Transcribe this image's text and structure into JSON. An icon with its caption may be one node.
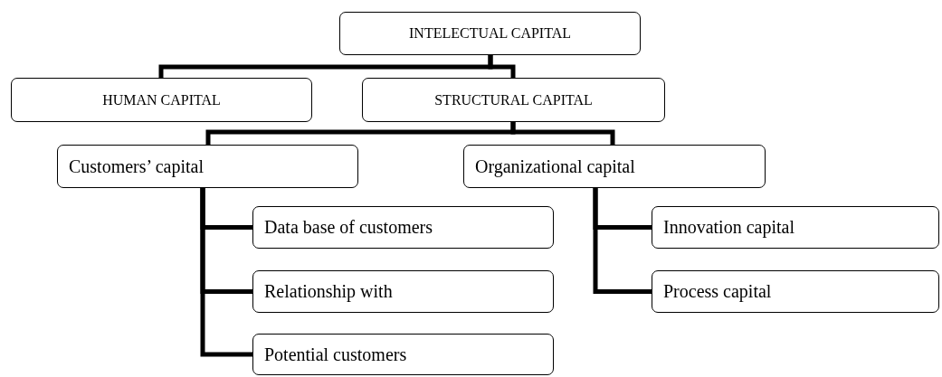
{
  "diagram": {
    "nodes": [
      {
        "text": [
          "INTELECTUAL CAPITAL"
        ]
      },
      {
        "text": [
          "HUMAN CAPITAL"
        ]
      },
      {
        "text": [
          "STRUCTURAL CAPITAL"
        ]
      },
      {
        "text": [
          "Customers’ capital"
        ]
      },
      {
        "text": [
          "Organizational capital"
        ]
      },
      {
        "text": [
          "Data base of customers"
        ]
      },
      {
        "text": [
          "Relationship with"
        ]
      },
      {
        "text": [
          "Potential customers"
        ]
      },
      {
        "text": [
          "Innovation capital"
        ]
      },
      {
        "text": [
          "Process capital"
        ]
      }
    ],
    "edges": [
      {
        "from": 0,
        "to": 1,
        "arrow": "none"
      },
      {
        "from": 0,
        "to": 2,
        "arrow": "none"
      },
      {
        "from": 2,
        "to": 3,
        "arrow": "none"
      },
      {
        "from": 2,
        "to": 4,
        "arrow": "none"
      },
      {
        "from": 3,
        "to": 5,
        "arrow": "none"
      },
      {
        "from": 3,
        "to": 6,
        "arrow": "none"
      },
      {
        "from": 3,
        "to": 7,
        "arrow": "none"
      },
      {
        "from": 4,
        "to": 8,
        "arrow": "none"
      },
      {
        "from": 4,
        "to": 9,
        "arrow": "none"
      }
    ]
  }
}
